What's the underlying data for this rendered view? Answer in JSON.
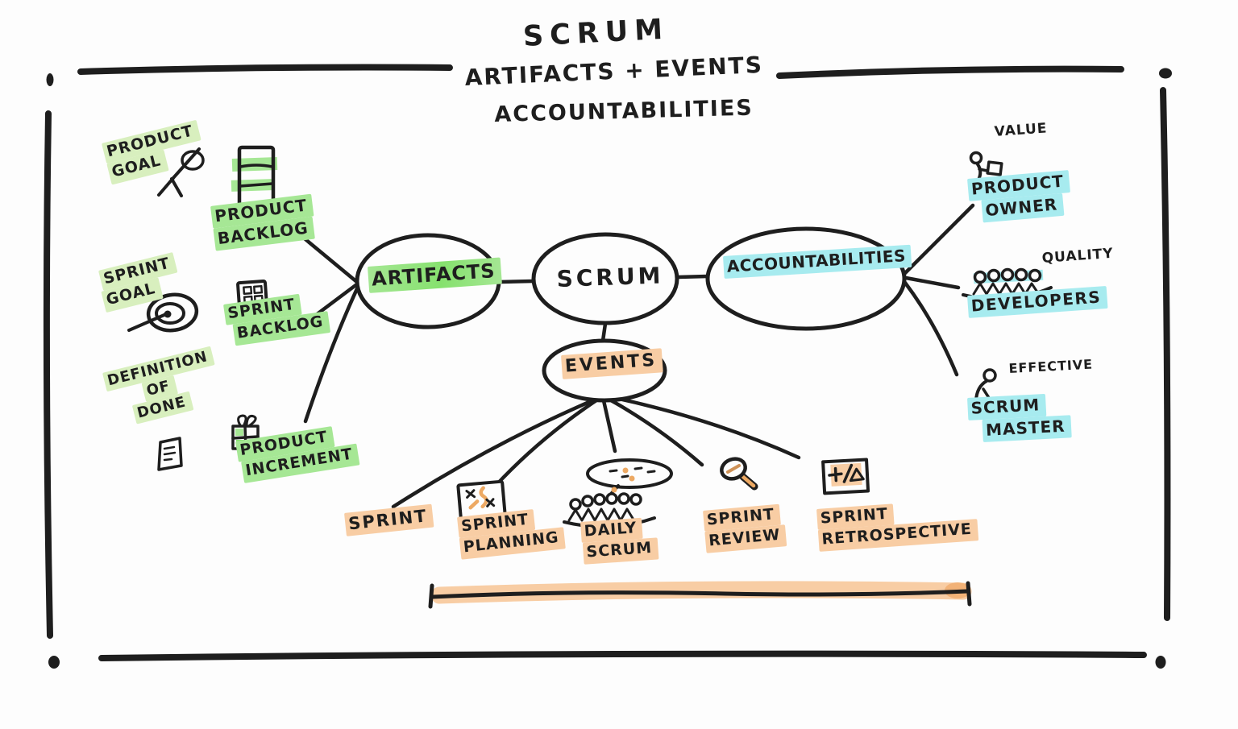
{
  "colors": {
    "ink": "#1e1e1e",
    "paper": "#fdfdfd",
    "green": "#a6e795",
    "green-bright": "#86e16e",
    "green-pale": "#d8efbe",
    "cyan": "#a7ebef",
    "orange": "#f8cda4",
    "orange-deep": "#eda963"
  },
  "title": {
    "line1": "SCRUM",
    "line2": "ARTIFACTS + EVENTS",
    "line3": "ACCOUNTABILITIES"
  },
  "nodes": {
    "scrum": [
      "SCRUM"
    ],
    "artifacts": [
      "ARTIFACTS"
    ],
    "accountabilities": [
      "ACCOUNTABILITIES"
    ],
    "events": [
      "EVENTS"
    ]
  },
  "artifacts_branch": {
    "product_goal": [
      "PRODUCT",
      "GOAL"
    ],
    "product_backlog": [
      "PRODUCT",
      "BACKLOG"
    ],
    "sprint_goal": [
      "SPRINT",
      "GOAL"
    ],
    "sprint_backlog": [
      "SPRINT",
      "BACKLOG"
    ],
    "definition_of_done": [
      "DEFINITION",
      "OF",
      "DONE"
    ],
    "product_increment": [
      "PRODUCT",
      "INCREMENT"
    ]
  },
  "accountabilities_branch": {
    "value": [
      "VALUE"
    ],
    "product_owner": [
      "PRODUCT",
      "OWNER"
    ],
    "quality": [
      "QUALITY"
    ],
    "developers": [
      "DEVELOPERS"
    ],
    "effective": [
      "EFFECTIVE"
    ],
    "scrum_master": [
      "SCRUM",
      "MASTER"
    ]
  },
  "events_branch": {
    "sprint": [
      "SPRINT"
    ],
    "sprint_planning": [
      "SPRINT",
      "PLANNING"
    ],
    "daily_scrum": [
      "DAILY",
      "SCRUM"
    ],
    "sprint_review": [
      "SPRINT",
      "REVIEW"
    ],
    "sprint_retrospective": [
      "SPRINT",
      "RETROSPECTIVE"
    ]
  },
  "icons": {
    "product_goal": "flag-icon",
    "product_backlog": "stacked-list-icon",
    "sprint_goal": "target-icon",
    "sprint_backlog": "grid-card-icon",
    "definition_of_done": "checklist-page-icon",
    "product_increment": "gift-box-icon",
    "product_owner": "person-pushing-box-icon",
    "developers": "team-icon",
    "scrum_master": "leaning-person-icon",
    "sprint_planning": "planning-board-icon",
    "daily_scrum": "speech-bubble-team-icon",
    "sprint_review": "magnifier-icon",
    "sprint_retrospective": "plus-delta-card-icon",
    "timeline": "sprint-timeline-bar"
  }
}
